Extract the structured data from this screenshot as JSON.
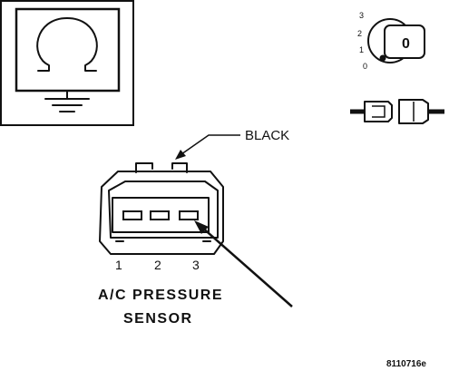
{
  "wire_color_label": "BLACK",
  "pins": [
    "1",
    "2",
    "3"
  ],
  "component_title": {
    "line1": "A/C PRESSURE",
    "line2": "SENSOR"
  },
  "ignition": {
    "positions": [
      "3",
      "2",
      "1",
      "0"
    ],
    "key_symbol": "0"
  },
  "figure_code": "8110716e",
  "icons": {
    "meter": "ohmmeter-icon",
    "ignition": "ignition-key-off-icon",
    "connector": "disconnected-connector-icon"
  }
}
